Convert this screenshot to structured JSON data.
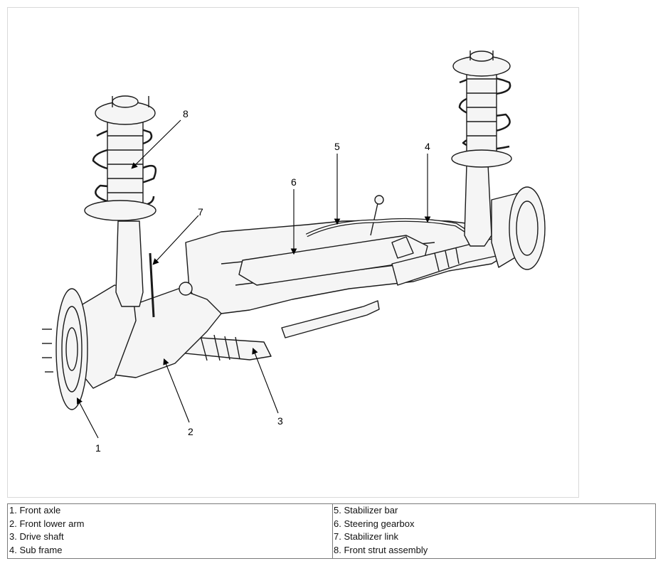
{
  "callouts": [
    "1",
    "2",
    "3",
    "4",
    "5",
    "6",
    "7",
    "8"
  ],
  "legend": {
    "left": [
      "1. Front axle",
      "2. Front lower arm",
      "3. Drive shaft",
      "4. Sub frame"
    ],
    "right": [
      "5. Stabilizer bar",
      "6. Steering gearbox",
      "7. Stabilizer link",
      "8. Front strut assembly"
    ]
  },
  "colors": {
    "line": "#1a1a1a",
    "fill": "#f5f5f5",
    "border": "#7a7a7a"
  }
}
